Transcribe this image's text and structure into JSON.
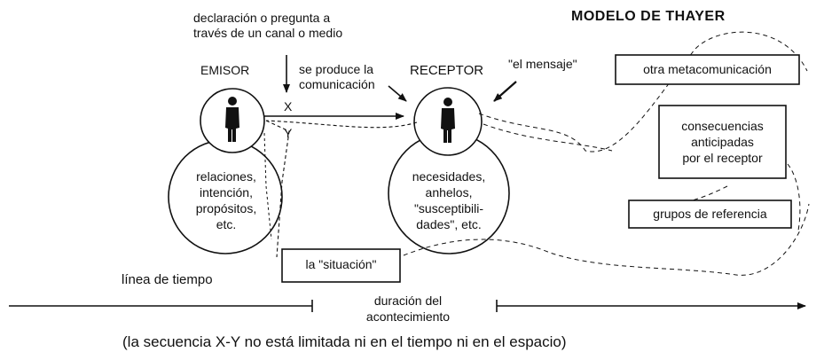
{
  "title": "MODELO DE THAYER",
  "canal_note": "declaración o pregunta a\ntravés de un canal o medio",
  "emisor_label": "EMISOR",
  "receptor_label": "RECEPTOR",
  "produce_note": "se produce la\ncomunicación",
  "mensaje_label": "\"el mensaje\"",
  "x_label": "X",
  "y_label": "Y",
  "emisor_attributes": "relaciones,\nintención,\npropósitos,\netc.",
  "receptor_attributes": "necesidades,\nanhelos,\n\"susceptibili-\ndades\", etc.",
  "situacion_label": "la \"situación\"",
  "side_boxes": {
    "metacom": "otra metacomunicación",
    "consecuencias": "consecuencias\nanticipadas\npor el receptor",
    "grupos": "grupos de referencia"
  },
  "timeline_label": "línea de tiempo",
  "duracion_label": "duración del\nacontecimiento",
  "caption": "(la secuencia X-Y no está limitada ni en el tiempo ni en el espacio)"
}
